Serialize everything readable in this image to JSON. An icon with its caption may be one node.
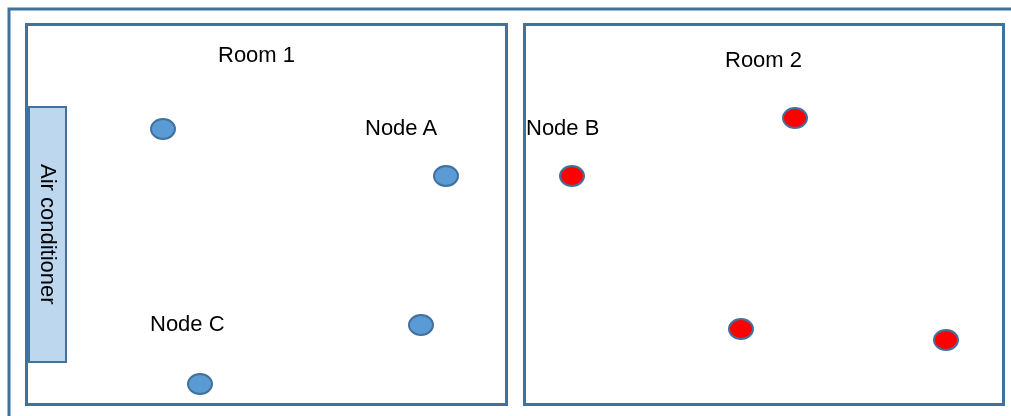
{
  "diagram": {
    "nodes": [
      {
        "text": [
          "Room 1"
        ]
      },
      {
        "text": [
          "Air conditioner"
        ],
        "in": 0
      },
      {
        "text": [],
        "shape": "circle",
        "in": 0
      },
      {
        "text": [],
        "shape": "circle",
        "in": 0,
        "beside": [
          "Node A"
        ]
      },
      {
        "text": [],
        "shape": "circle",
        "in": 0
      },
      {
        "text": [],
        "shape": "circle",
        "in": 0,
        "beside": [
          "Node C"
        ]
      },
      {
        "text": [
          "Room 2"
        ]
      },
      {
        "text": [],
        "shape": "circle",
        "in": 6,
        "beside": [
          "Node B"
        ]
      },
      {
        "text": [],
        "shape": "circle",
        "in": 6
      },
      {
        "text": [],
        "shape": "circle",
        "in": 6
      },
      {
        "text": [],
        "shape": "circle",
        "in": 6
      }
    ]
  }
}
